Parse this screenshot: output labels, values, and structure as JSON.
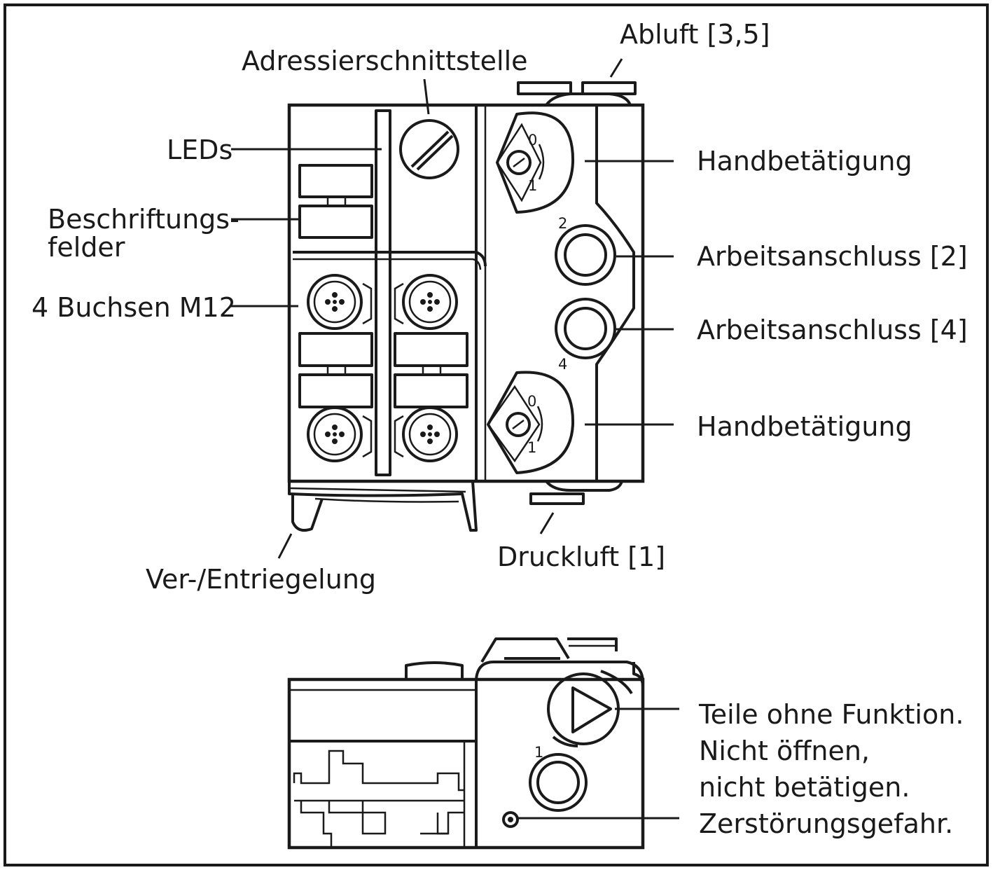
{
  "diagram": {
    "callouts": {
      "abluft": "Abluft [3,5]",
      "adressierschnittstelle": "Adressierschnittstelle",
      "leds": "LEDs",
      "beschriftungsfelder_line1": "Beschriftungs-",
      "beschriftungsfelder_line2": "felder",
      "buchsen": "4 Buchsen M12",
      "handbetaetigung_top": "Handbetätigung",
      "arbeitsanschluss_2": "Arbeitsanschluss [2]",
      "arbeitsanschluss_4": "Arbeitsanschluss [4]",
      "handbetaetigung_bottom": "Handbetätigung",
      "druckluft": "Druckluft [1]",
      "verriegelung": "Ver-/Entriegelung",
      "warning_line1": "Teile ohne Funktion.",
      "warning_line2": "Nicht öffnen,",
      "warning_line3": "nicht betätigen.",
      "warning_line4": "Zerstörungsgefahr."
    },
    "port_numbers": {
      "dial_top_0": "0",
      "dial_top_1": "1",
      "port_2": "2",
      "port_4": "4",
      "dial_bottom_0": "0",
      "dial_bottom_1": "1",
      "side_port_1": "1"
    }
  }
}
